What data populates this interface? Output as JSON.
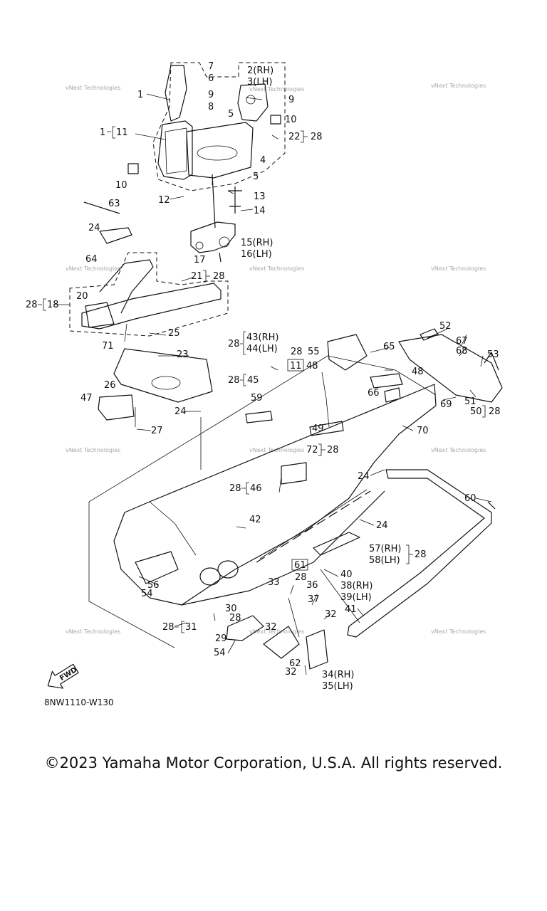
{
  "figure_code": "8NW1110-W130",
  "fwd_label": "FWD",
  "copyright": "©2023 Yamaha Motor Corporation, U.S.A. All rights reserved.",
  "watermark": "vNext Technologies",
  "callouts": {
    "c1": "1",
    "c2_3": "2(RH)",
    "c3": "3(LH)",
    "c4": "4",
    "c5a": "5",
    "c5b": "5",
    "c6": "6",
    "c7": "7",
    "c8": "8",
    "c9a": "9",
    "c9b": "9",
    "c10a": "10",
    "c10b": "10",
    "c12": "12",
    "c13": "13",
    "c14": "14",
    "c15": "15(RH)",
    "c16": "16(LH)",
    "c17": "17",
    "c20": "20",
    "c23": "23",
    "c24a": "24",
    "c24b": "24",
    "c24c": "24",
    "c24d": "24",
    "c25": "25",
    "c26": "26",
    "c27": "27",
    "c29": "29",
    "c30": "30",
    "c32a": "32",
    "c32b": "32",
    "c32c": "32",
    "c33": "33",
    "c34": "34(RH)",
    "c35": "35(LH)",
    "c36": "36",
    "c37": "37",
    "c38": "38(RH)",
    "c39": "39(LH)",
    "c40": "40",
    "c41": "41",
    "c42": "42",
    "c43": "43(RH)",
    "c44": "44(LH)",
    "c47": "47",
    "c48a": "48",
    "c48b": "48",
    "c49": "49",
    "c51": "51",
    "c52": "52",
    "c53": "53",
    "c54a": "54",
    "c54b": "54",
    "c55": "55",
    "c56": "56",
    "c57": "57(RH)",
    "c58": "58(LH)",
    "c59": "59",
    "c60": "60",
    "c62": "62",
    "c63": "63",
    "c64": "64",
    "c65": "65",
    "c66": "66",
    "c67": "67",
    "c68": "68",
    "c69": "69",
    "c70": "70",
    "c71": "71"
  },
  "bracket_refs": {
    "b1_11_left": "1",
    "b1_11_right": "11",
    "b22_28_left": "22",
    "b22_28_right": "28",
    "b21_28_left": "21",
    "b21_28_right": "28",
    "b28_18_left": "28",
    "b28_18_right": "18",
    "b28_43_left": "28",
    "b28_45_left": "28",
    "b28_45_right": "45",
    "b28_11_top": "28",
    "b28_11_box": "11",
    "b72_28_left": "72",
    "b72_28_right": "28",
    "b28_46_left": "28",
    "b28_46_right": "46",
    "b50_28_left": "50",
    "b50_28_right": "28",
    "b57_28_right": "28",
    "b61_28_box": "61",
    "b61_28_bottom": "28",
    "b30_28_bottom": "28",
    "b28_31_left": "28",
    "b28_31_right": "31",
    "b28_24": "24"
  }
}
